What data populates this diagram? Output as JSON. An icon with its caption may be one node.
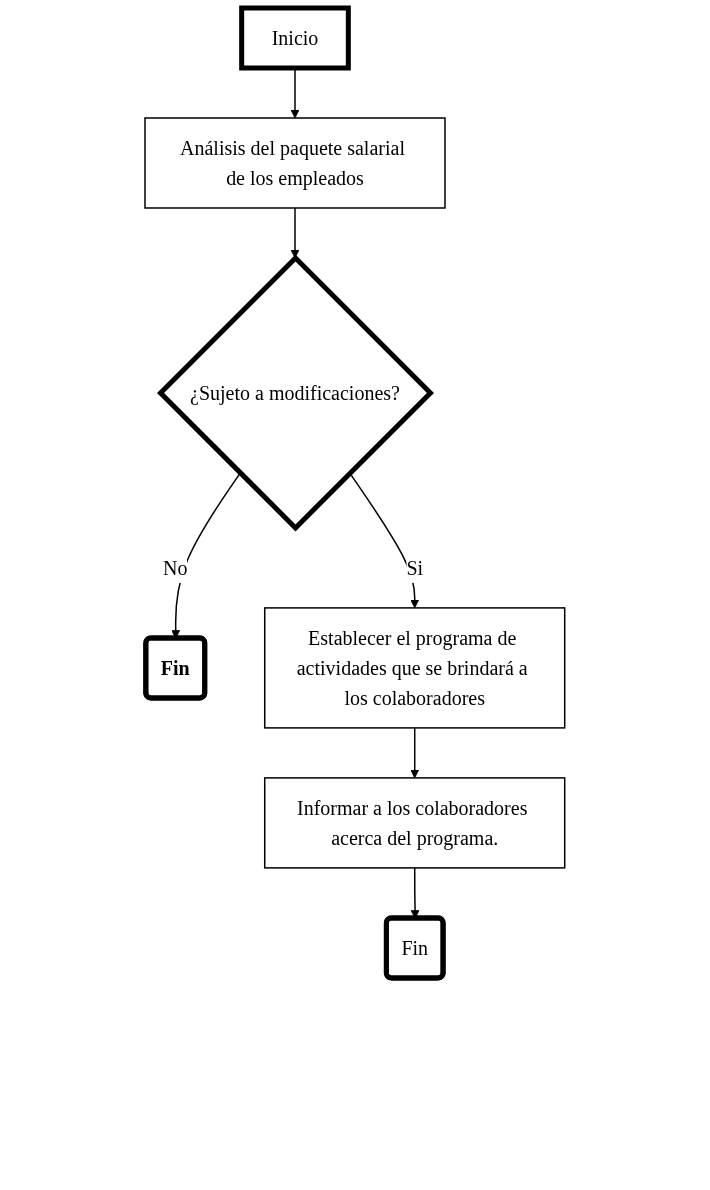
{
  "diagram": {
    "nodes": [
      {
        "text": [
          "Inicio"
        ]
      },
      {
        "text": [
          "Análisis del paquete salarial de los empleados"
        ]
      },
      {
        "text": [
          "¿Sujeto a modificaciones?"
        ]
      },
      {
        "text": [
          "Fin"
        ]
      },
      {
        "text": [
          "Establecer el programa de actividades que se brindará a los colaboradores"
        ]
      },
      {
        "text": [
          "Informar a los colaboradores acerca del programa."
        ]
      },
      {
        "text": [
          "Fin"
        ]
      }
    ],
    "edges": [
      {
        "from": 0,
        "to": 1,
        "arrow": "to"
      },
      {
        "from": 1,
        "to": 2,
        "arrow": "to"
      },
      {
        "from": 2,
        "to": 3,
        "arrow": "to",
        "label": "No"
      },
      {
        "from": 2,
        "to": 4,
        "arrow": "to",
        "label": "Si"
      },
      {
        "from": 4,
        "to": 5,
        "arrow": "to"
      },
      {
        "from": 5,
        "to": 6,
        "arrow": "to"
      }
    ]
  }
}
